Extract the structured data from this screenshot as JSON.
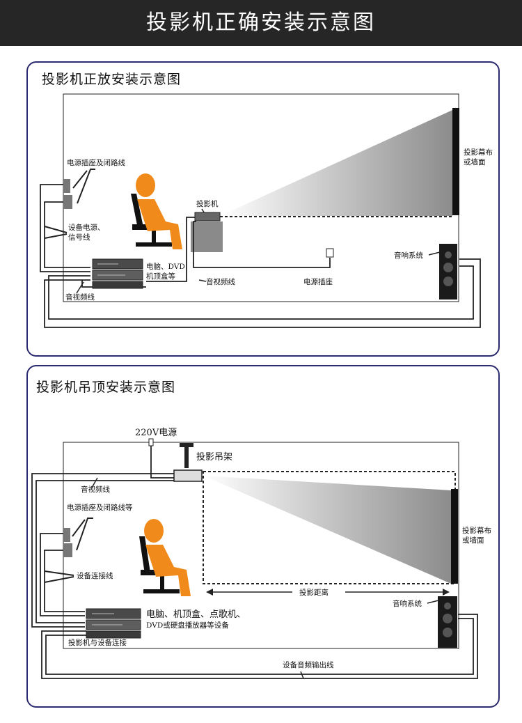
{
  "header": {
    "title": "投影机正确安装示意图"
  },
  "panel1": {
    "title": "投影机正放安装示意图",
    "labels": {
      "power_socket_and_cctv": "电源插座及闭路线",
      "device_power_line1": "设备电源、",
      "device_power_line2": "信号线",
      "projector": "投影机",
      "screen_line1": "投影幕布",
      "screen_line2": "或墙面",
      "computer_line1": "电脑、DVD",
      "computer_line2": "机顶盒等",
      "av_cable_mid": "音视频线",
      "av_cable_left": "音视频线",
      "power_socket": "电源插座",
      "audio_system": "音响系统"
    }
  },
  "panel2": {
    "title": "投影机吊顶安装示意图",
    "labels": {
      "power_220v": "220V电源",
      "ceiling_mount": "投影吊架",
      "av_cable": "音视频线",
      "power_socket_and_cctv": "电源插座及闭路线等",
      "device_connection": "设备连接线",
      "projection_distance": "投影距离",
      "screen_line1": "投影幕布",
      "screen_line2": "或墙面",
      "audio_system": "音响系统",
      "devices_line1": "电脑、机顶盒、点歌机、",
      "devices_line2": "DVD或硬盘播放器等设备",
      "projector_device_connection": "投影机与设备连接",
      "audio_output_cable": "设备音频输出线"
    }
  },
  "colors": {
    "banner": "#262626",
    "panel_border": "#2b2a6e",
    "figure": "#f08a1a",
    "device": "#5a5a5a"
  }
}
